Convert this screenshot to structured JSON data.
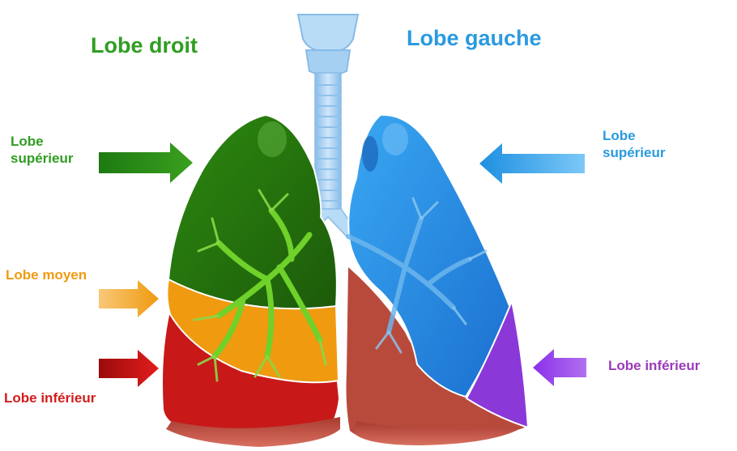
{
  "titles": {
    "right_lung": "Lobe droit",
    "left_lung": "Lobe gauche"
  },
  "labels": {
    "right_upper": [
      "Lobe",
      "supérieur"
    ],
    "right_middle": "Lobe moyen",
    "right_lower": "Lobe inférieur",
    "left_upper": [
      "Lobe",
      "supérieur"
    ],
    "left_lower": "Lobe inférieur"
  },
  "colors": {
    "right_upper": "#2f8a12",
    "right_middle": "#f09a10",
    "right_lower": "#cc1414",
    "left_upper": "#2a9ae0",
    "left_lower": "#8a38d8",
    "trachea": "#a9d2f2",
    "base": "#c9584a"
  }
}
